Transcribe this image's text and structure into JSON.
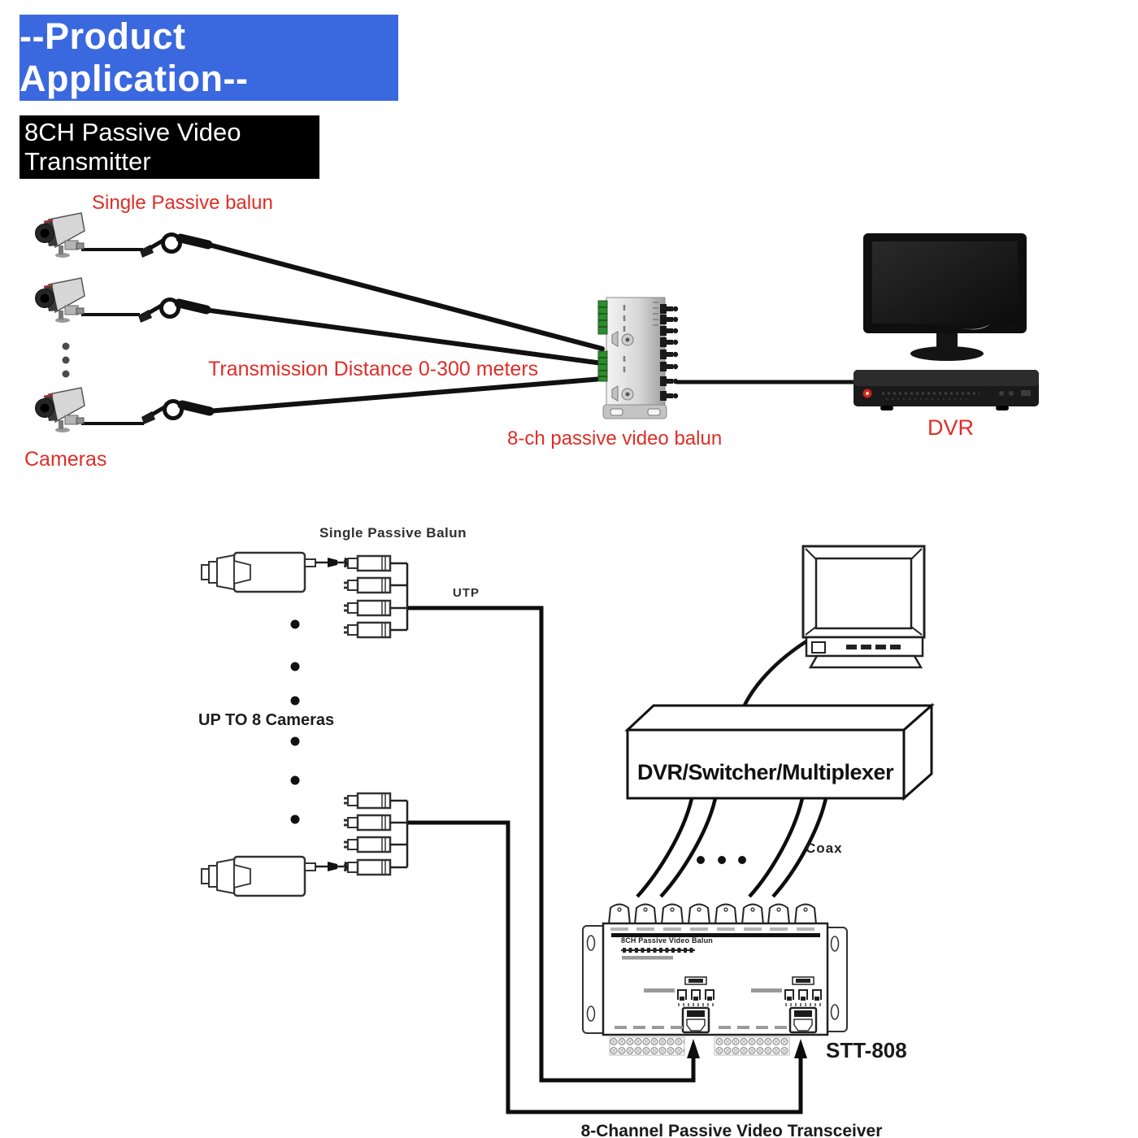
{
  "header": {
    "title": "--Product Application--",
    "title_bg": "#3a68df",
    "title_color": "#ffffff",
    "subtitle": "8CH Passive Video Transmitter",
    "subtitle_bg": "#000000",
    "subtitle_color": "#ffffff"
  },
  "upper_diagram": {
    "accent_color": "#e02d26",
    "labels": {
      "balun": "Single Passive balun",
      "distance": "Transmission Distance 0-300 meters",
      "device": "8-ch passive video balun",
      "cameras": "Cameras",
      "dvr": "DVR"
    }
  },
  "lower_diagram": {
    "labels": {
      "balun": "Single Passive Balun",
      "utp": "UTP",
      "cameras": "UP TO 8 Cameras",
      "dvr_box": "DVR/Switcher/Multiplexer",
      "coax": "Coax",
      "device_title": "8CH Passive Video Balun",
      "model": "STT-808",
      "caption": "8-Channel Passive Video Transceiver"
    }
  }
}
